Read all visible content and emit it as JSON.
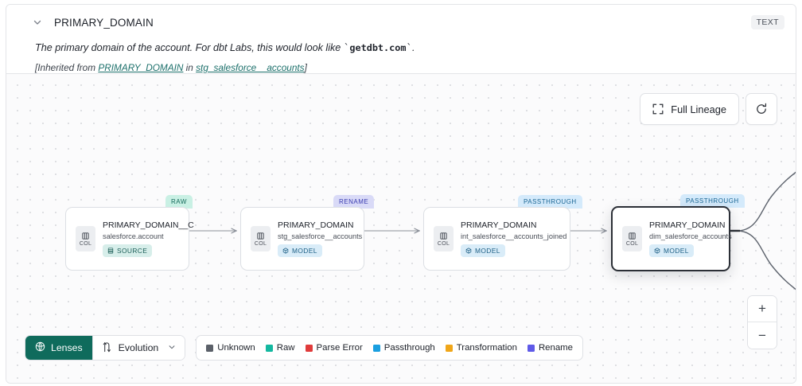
{
  "header": {
    "chevron_icon": "chevron-down-icon",
    "title": "PRIMARY_DOMAIN",
    "type_badge": "TEXT",
    "description_prefix": "The primary domain of the account. For dbt Labs, this would look like ",
    "description_code": "getdbt.com",
    "description_suffix": ".",
    "inherited_prefix": "[Inherited from ",
    "inherited_link_1": "PRIMARY_DOMAIN",
    "inherited_middle": " in ",
    "inherited_link_2": "stg_salesforce__accounts",
    "inherited_suffix": "]"
  },
  "toolbar": {
    "full_lineage_label": "Full Lineage",
    "full_lineage_icon": "expand-corners-icon",
    "refresh_icon": "refresh-icon",
    "refresh_label": ""
  },
  "zoom_controls": {
    "zoom_in_label": "+",
    "zoom_out_label": "−"
  },
  "graph": {
    "nodes": [
      {
        "tag": "RAW",
        "tag_class": "tag-raw",
        "chip_label": "COL",
        "column": "PRIMARY_DOMAIN__C",
        "table": "salesforce.account",
        "badge": "SOURCE",
        "badge_class": "badge-source",
        "badge_icon": "database-icon",
        "selected": false
      },
      {
        "tag": "RENAME",
        "tag_class": "tag-rename",
        "chip_label": "COL",
        "column": "PRIMARY_DOMAIN",
        "table": "stg_salesforce__accounts",
        "badge": "MODEL",
        "badge_class": "badge-model",
        "badge_icon": "cube-icon",
        "selected": false
      },
      {
        "tag": "PASSTHROUGH",
        "tag_class": "tag-passthrough",
        "chip_label": "COL",
        "column": "PRIMARY_DOMAIN",
        "table": "int_salesforce__accounts_joined",
        "badge": "MODEL",
        "badge_class": "badge-model",
        "badge_icon": "cube-icon",
        "selected": false
      },
      {
        "tag": "PASSTHROUGH",
        "tag_class": "tag-passthrough",
        "chip_label": "COL",
        "column": "PRIMARY_DOMAIN",
        "table": "dim_salesforce_accounts",
        "badge": "MODEL",
        "badge_class": "badge-model",
        "badge_icon": "cube-icon",
        "selected": true
      }
    ]
  },
  "bottom": {
    "lenses_label": "Lenses",
    "lenses_icon": "lens-aperture-icon",
    "evolution_label": "Evolution",
    "evolution_icon": "evolution-arrows-icon",
    "evolution_caret": "⌄",
    "legend": [
      {
        "label": "Unknown",
        "color": "#5b6069"
      },
      {
        "label": "Raw",
        "color": "#14b8a0"
      },
      {
        "label": "Parse Error",
        "color": "#e03b3b"
      },
      {
        "label": "Passthrough",
        "color": "#1a9fe0"
      },
      {
        "label": "Transformation",
        "color": "#f0a619"
      },
      {
        "label": "Rename",
        "color": "#5f5ae8"
      }
    ]
  }
}
